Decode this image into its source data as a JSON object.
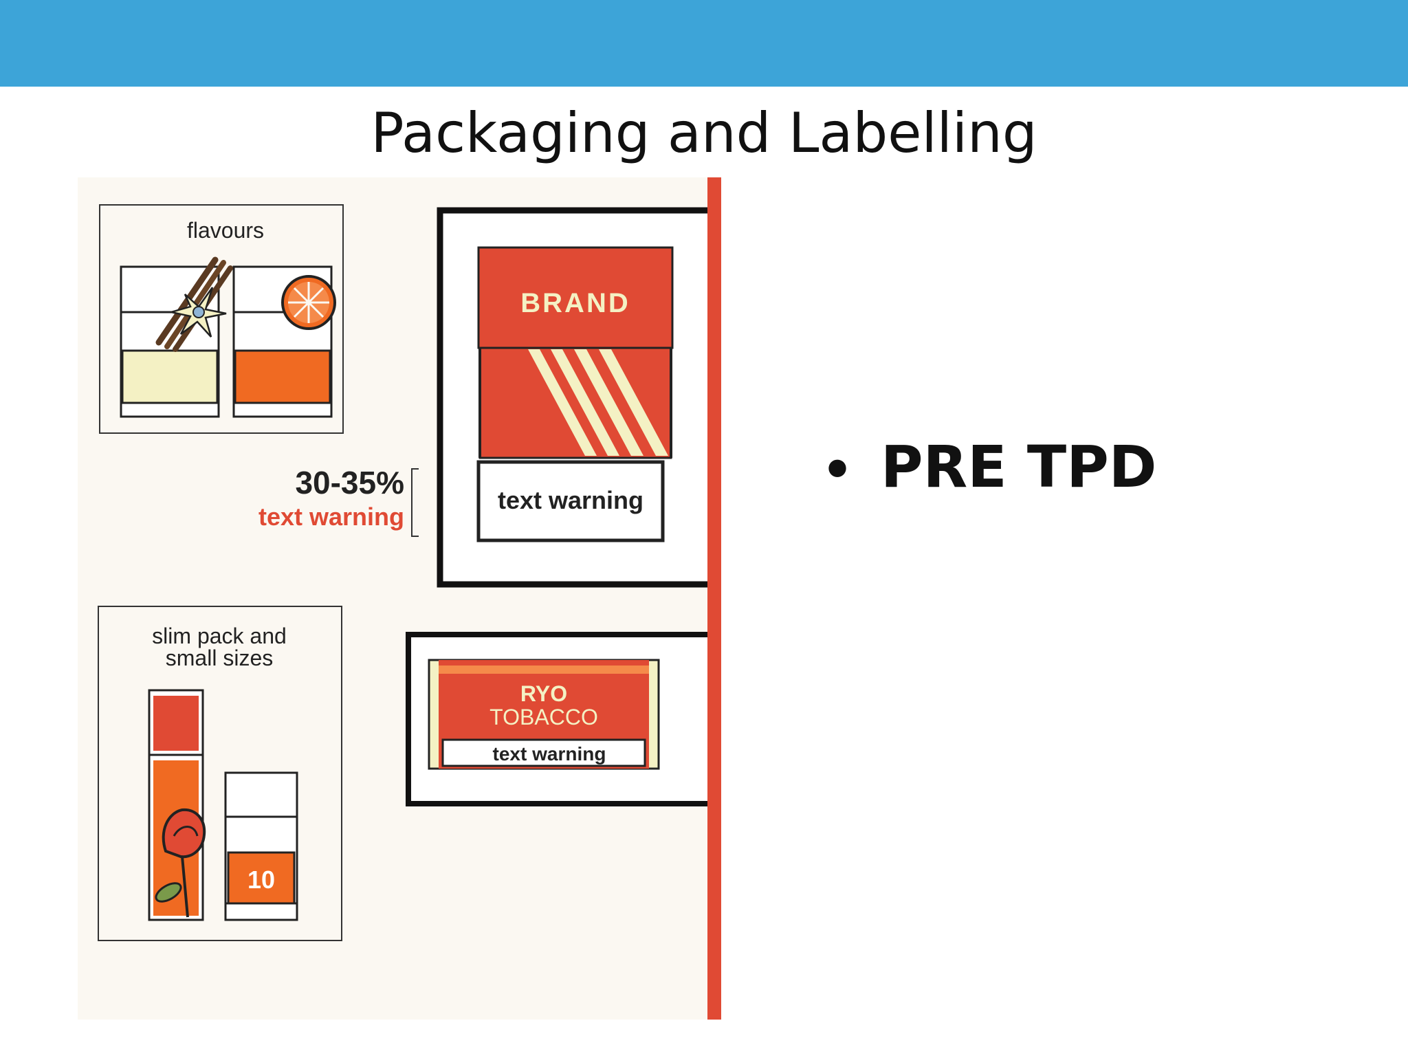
{
  "slide": {
    "title": "Packaging and Labelling",
    "bullets": [
      "PRE TPD"
    ]
  },
  "illustration": {
    "flavours_label": "flavours",
    "warning_percent": "30-35%",
    "warning_caption": "text warning",
    "pack_brand": "BRAND",
    "pack_warning": "text warning",
    "slim_label_line1": "slim pack and",
    "slim_label_line2": "small sizes",
    "small_pack_count": "10",
    "ryo_line1": "RYO",
    "ryo_line2": "TOBACCO",
    "ryo_warning": "text warning"
  },
  "colors": {
    "header_bar": "#3da4d8",
    "accent_red": "#e04a34",
    "accent_orange": "#f06a22",
    "cream": "#f4f1c4",
    "panel_bg": "#fbf8f2"
  },
  "icons": [
    "vanilla-flower-icon",
    "orange-slice-icon",
    "rose-icon"
  ]
}
